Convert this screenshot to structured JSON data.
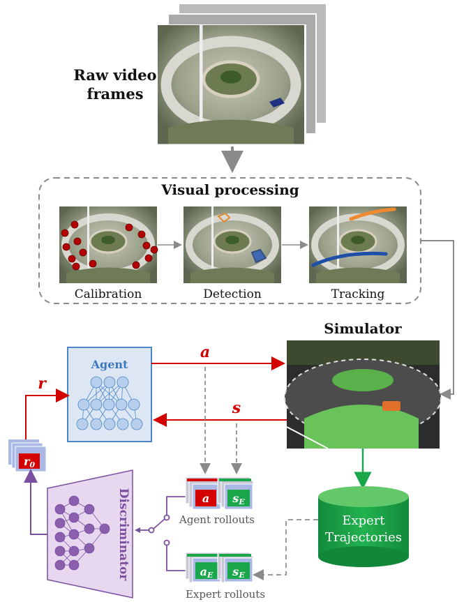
{
  "raw_frames": {
    "label_line1": "Raw video",
    "label_line2": "frames"
  },
  "visual_processing": {
    "title": "Visual processing",
    "steps": [
      {
        "label": "Calibration"
      },
      {
        "label": "Detection"
      },
      {
        "label": "Tracking"
      }
    ]
  },
  "simulator": {
    "title": "Simulator"
  },
  "agent": {
    "title": "Agent"
  },
  "signals": {
    "action": "a",
    "state": "s",
    "reward": "r",
    "reward_zero": "r0",
    "reward_zero_base": "r",
    "reward_zero_sub": "0",
    "expert_action_base": "a",
    "expert_action_sub": "E",
    "expert_state_base": "s",
    "expert_state_sub": "E"
  },
  "discriminator": {
    "title": "Discriminator"
  },
  "agent_rollouts": {
    "label": "Agent rollouts"
  },
  "expert_rollouts": {
    "label": "Expert rollouts"
  },
  "expert_trajectories": {
    "line1": "Expert",
    "line2": "Trajectories"
  },
  "colors": {
    "red": "#d40000",
    "green": "#1aa64b",
    "purple": "#7a4fa0",
    "blue": "#4a86c8",
    "gray": "#8a8a8a"
  }
}
